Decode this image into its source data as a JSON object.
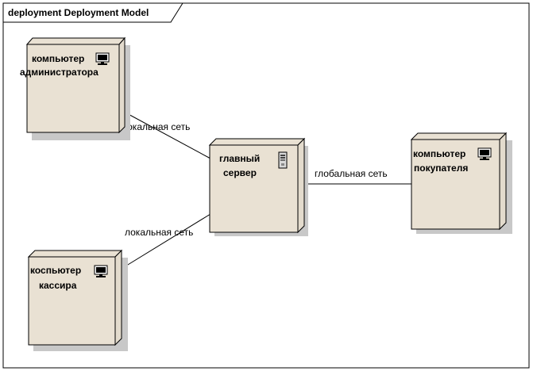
{
  "diagram": {
    "frame_title": "deployment Deployment Model",
    "nodes": {
      "admin": {
        "line1": "компьютер",
        "line2": "администратора",
        "icon": "workstation-icon"
      },
      "server": {
        "line1": "главный",
        "line2": "сервер",
        "icon": "server-tower-icon"
      },
      "buyer": {
        "line1": "компьютер",
        "line2": "покупателя",
        "icon": "workstation-icon"
      },
      "cashier": {
        "line1": "коспьютер",
        "line2": "кассира",
        "icon": "workstation-icon"
      }
    },
    "edges": {
      "admin_server": "локальная сеть",
      "cashier_server": "локальная сеть",
      "server_buyer": "глобальная сеть"
    },
    "colors": {
      "node_fill": "#e9e1d3",
      "node_side": "#e3dbcd",
      "border": "#000000",
      "shadow": "#c8c8c8"
    }
  }
}
